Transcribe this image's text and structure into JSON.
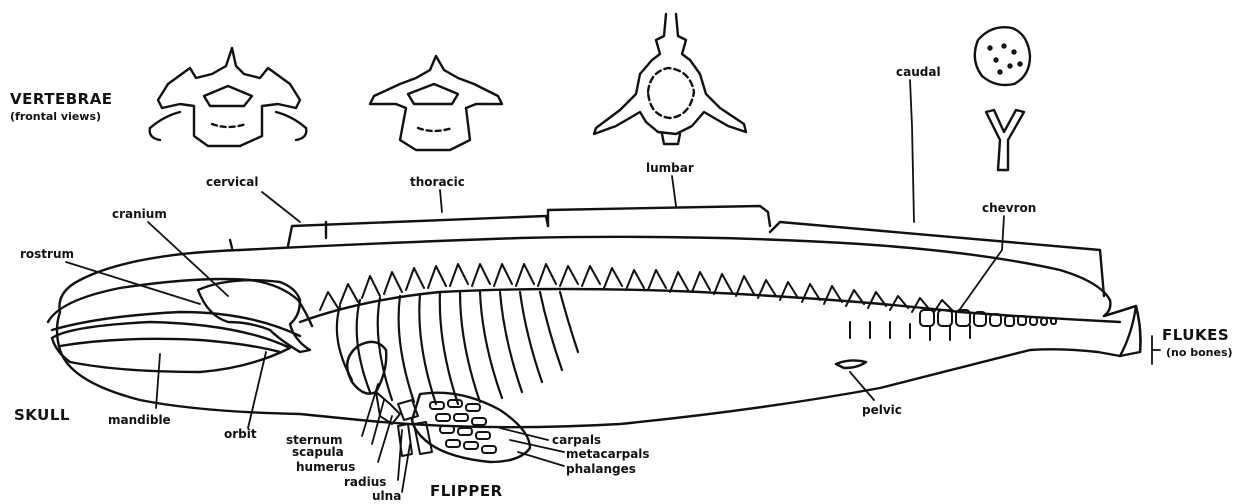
{
  "title": {
    "line1": "VERTEBRAE",
    "line2": "(frontal views)"
  },
  "vertebrae": {
    "cervical": "cervical",
    "thoracic": "thoracic",
    "lumbar": "lumbar",
    "caudal": "caudal",
    "chevron": "chevron"
  },
  "skull_labels": {
    "cranium": "cranium",
    "rostrum": "rostrum",
    "skull": "SKULL",
    "mandible": "mandible",
    "orbit": "orbit"
  },
  "flipper_labels": {
    "sternum": "sternum",
    "scapula": "scapula",
    "humerus": "humerus",
    "radius": "radius",
    "ulna": "ulna",
    "carpals": "carpals",
    "metacarpals": "metacarpals",
    "phalanges": "phalanges",
    "flipper": "FLIPPER"
  },
  "other_labels": {
    "pelvic": "pelvic",
    "flukes": "FLUKES",
    "flukes_note": "(no bones)"
  }
}
